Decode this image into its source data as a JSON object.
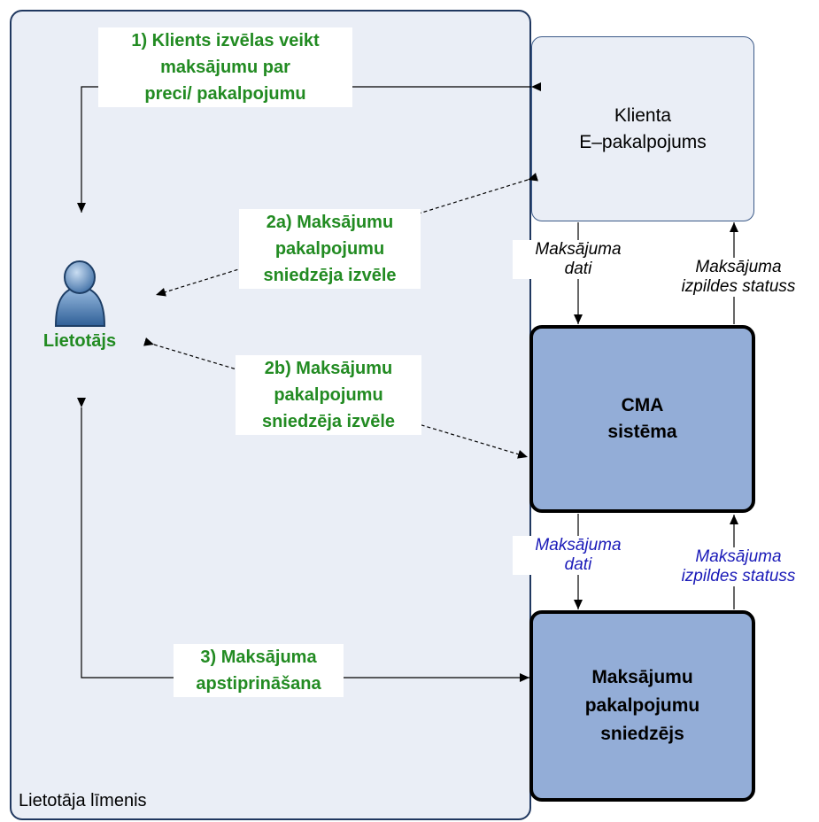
{
  "panel": {
    "label": "Lietotāja līmenis"
  },
  "user": {
    "label": "Lietotājs",
    "icon": "user-icon"
  },
  "boxes": {
    "client": {
      "line1": "Klienta",
      "line2": "E–pakalpojums"
    },
    "cma": {
      "line1": "CMA",
      "line2": "sistēma"
    },
    "provider": {
      "line1": "Maksājumu",
      "line2": "pakalpojumu",
      "line3": "sniedzējs"
    }
  },
  "steps": {
    "s1": {
      "line1": "1) Klients izvēlas veikt",
      "line2": "maksājumu par",
      "line3": "preci/ pakalpojumu"
    },
    "s2a": {
      "line1": "2a) Maksājumu",
      "line2": "pakalpojumu",
      "line3": "sniedzēja izvēle"
    },
    "s2b": {
      "line1": "2b) Maksājumu",
      "line2": "pakalpojumu",
      "line3": "sniedzēja izvēle"
    },
    "s3": {
      "line1": "3) Maksājuma",
      "line2": "apstiprināšana"
    }
  },
  "flows": {
    "client_to_cma": {
      "line1": "Maksājuma",
      "line2": "dati"
    },
    "cma_to_client": {
      "line1": "Maksājuma",
      "line2": "izpildes statuss"
    },
    "cma_to_provider": {
      "line1": "Maksājuma",
      "line2": "dati"
    },
    "provider_to_cma": {
      "line1": "Maksājuma",
      "line2": "izpildes statuss"
    }
  },
  "colors": {
    "step_text": "#228B22",
    "lower_flow_text": "#1a1ab8",
    "box_fill": "#93add7",
    "panel_fill": "#eaeef6"
  }
}
